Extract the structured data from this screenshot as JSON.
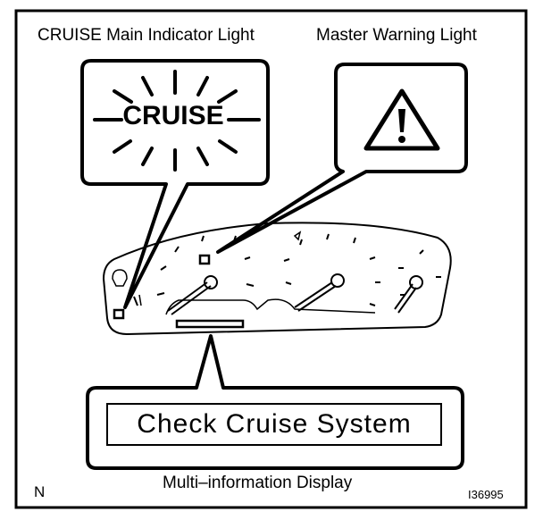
{
  "labels": {
    "cruise_indicator": "CRUISE Main Indicator Light",
    "master_warning": "Master Warning Light",
    "multi_info_display": "Multi–information Display",
    "corner_mark": "N",
    "figure_code": "I36995"
  },
  "indicator": {
    "cruise_text": "CRUISE",
    "warning_symbol": "!"
  },
  "display": {
    "message": "Check Cruise System"
  },
  "icons": [
    "sunburst-rays-icon",
    "warning-triangle-icon",
    "instrument-cluster"
  ]
}
